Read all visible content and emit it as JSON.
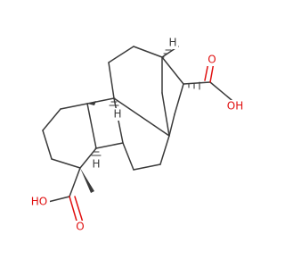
{
  "molecule": {
    "atom_labels": {
      "h_c9": "H",
      "h_c5": "H",
      "h_c13": "H",
      "o_cooh19": "O",
      "oh_cooh19": "HO",
      "o_cooh16": "O",
      "oh_cooh16": "OH"
    },
    "colors": {
      "bond": "#3a3a3a",
      "oxygen": "#e01010"
    }
  }
}
